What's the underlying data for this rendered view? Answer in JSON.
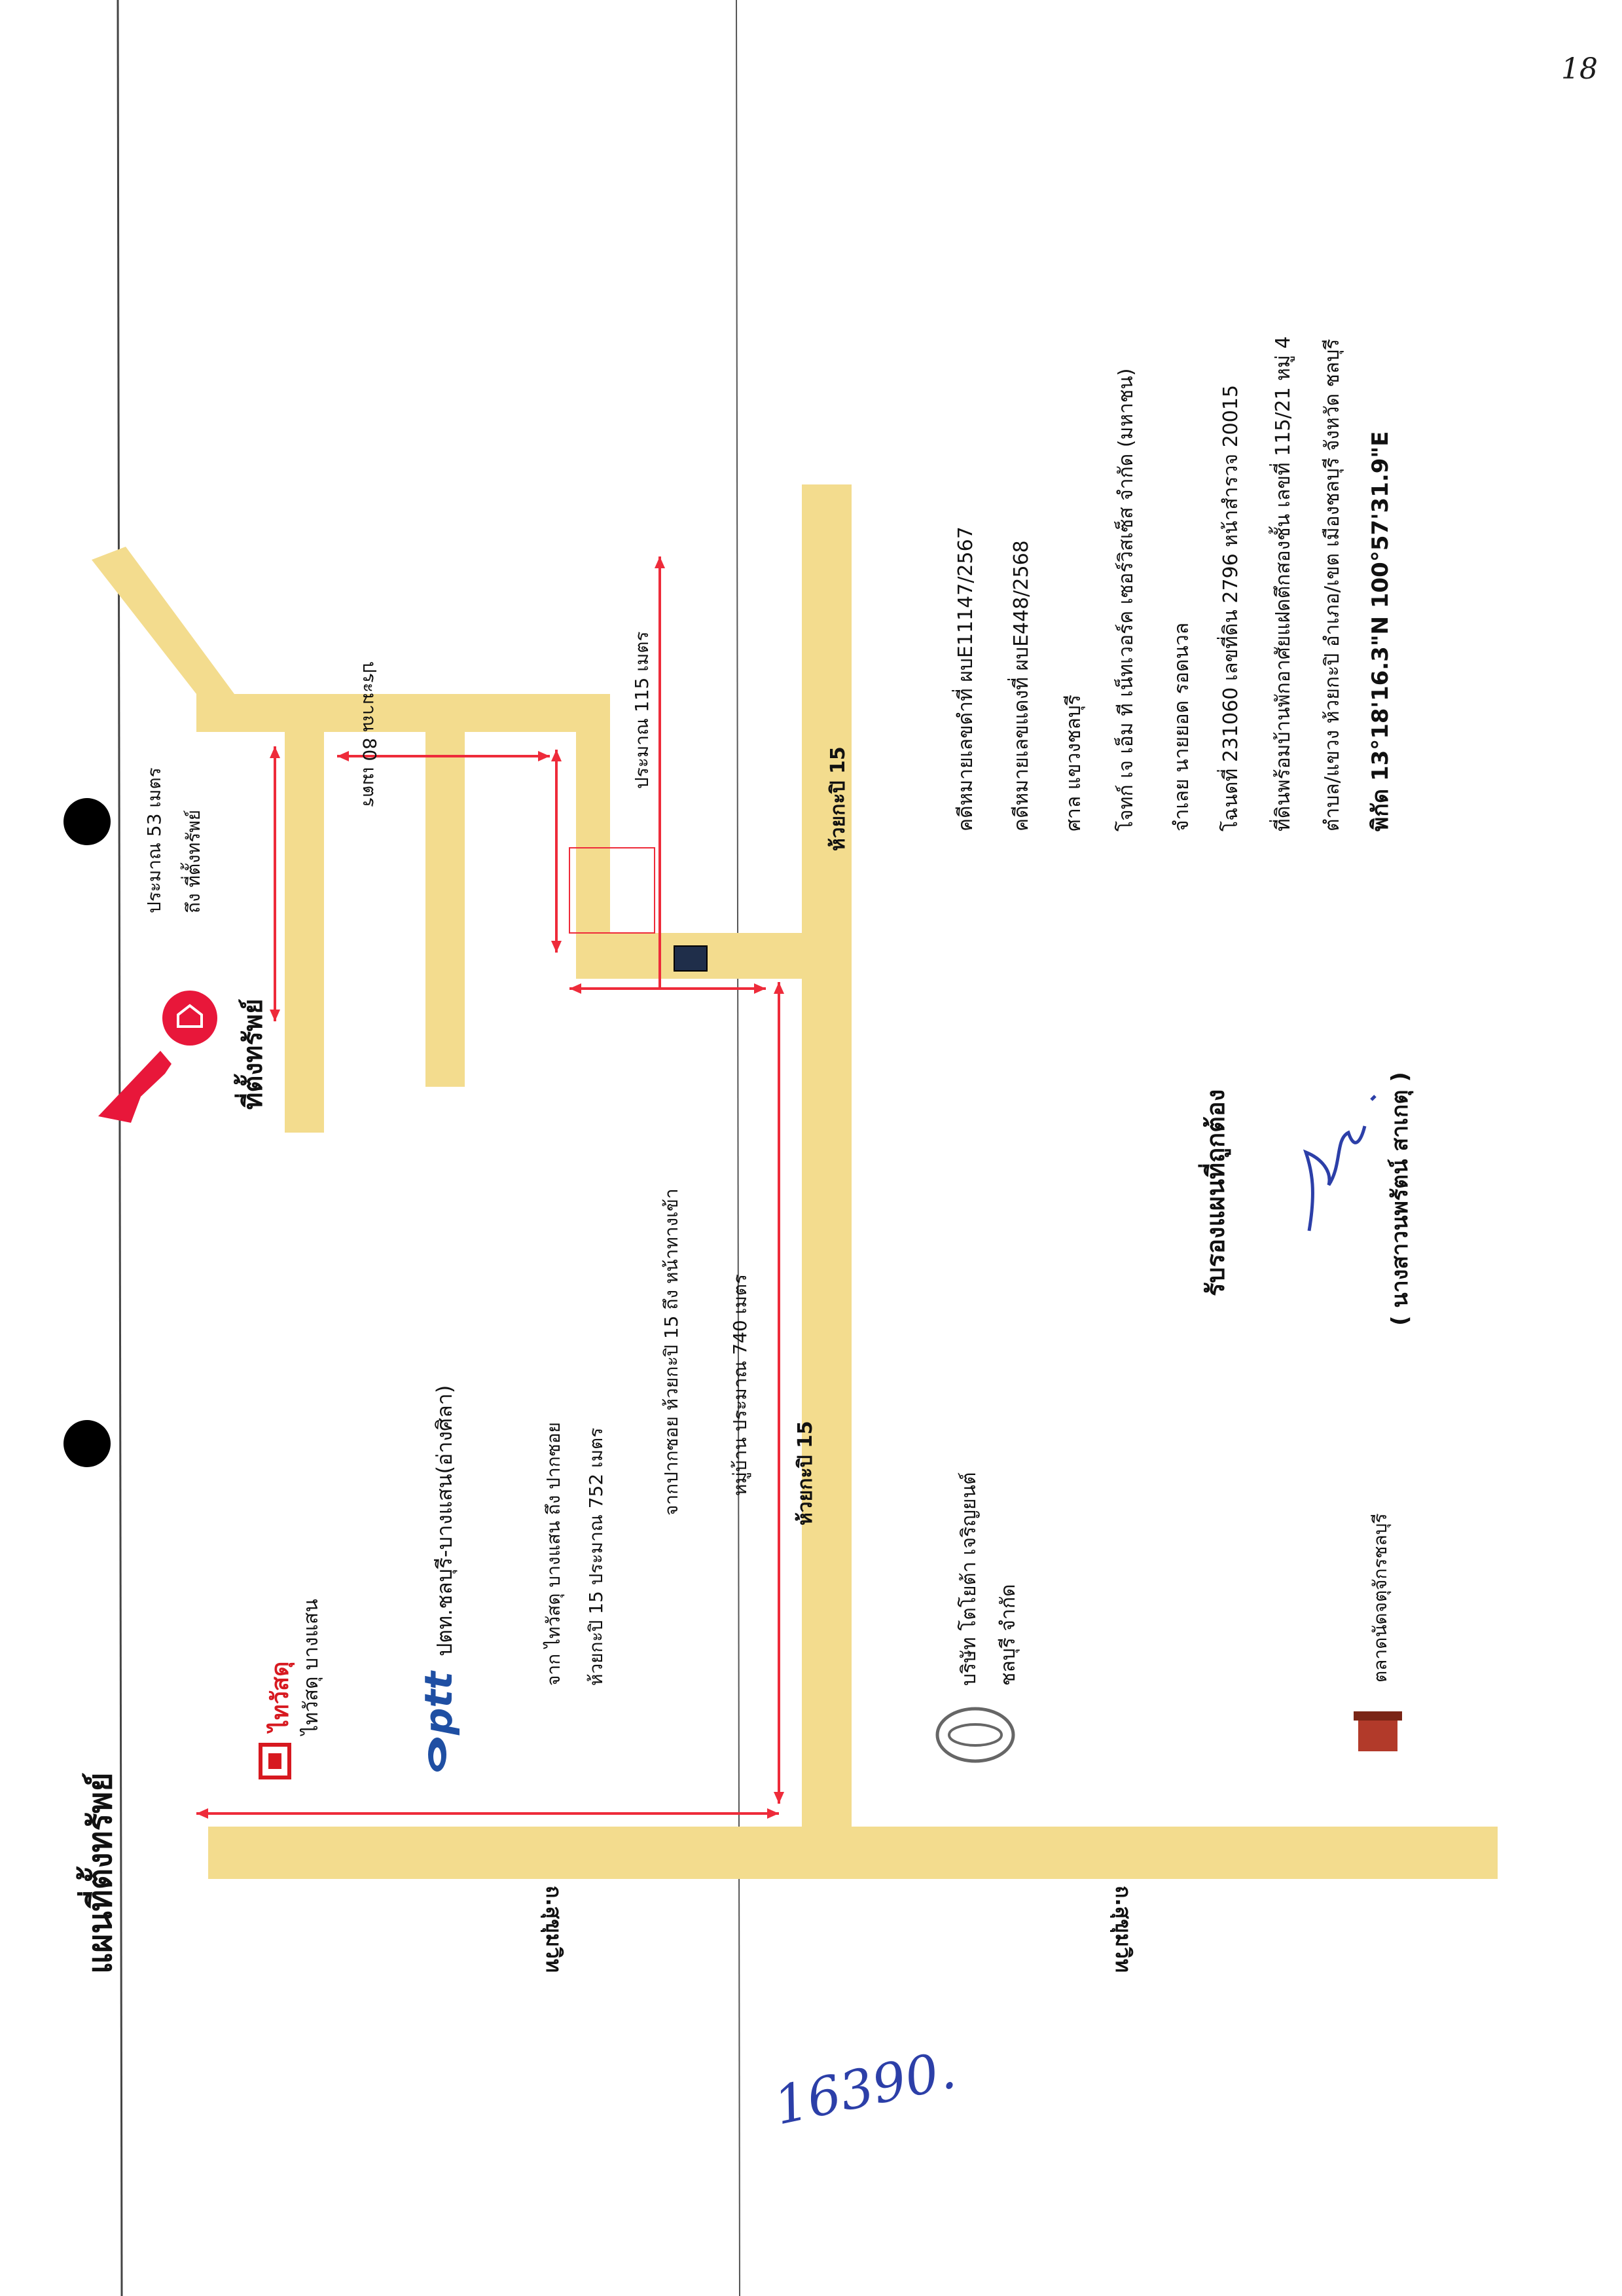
{
  "document": {
    "title": "แผนที่ตั้งทรัพย์",
    "page_number": "18",
    "handwritten_number": "16390."
  },
  "map": {
    "roads": {
      "sukhumvit_left": "ถ.สุขุมวิท",
      "sukhumvit_right": "ถ.สุขุมวิท",
      "soi_15_lower": "ห้วยกะปิ 15",
      "soi_15_upper": "ห้วยกะปิ 15"
    },
    "landmarks": {
      "thaiwatsadu_brand": "ไทวัสดุ",
      "thaiwatsadu_branch": "ไทวัสดุ บางแสน",
      "ptt_brand": "ptt",
      "ptt_station": "ปตท.ชลบุรี-บางแสน(อ่างศิลา)",
      "toyota_line1": "บริษัท โตโยต้า เจริญยนต์",
      "toyota_line2": "ชลบุรี จำกัด",
      "market": "ตลาดนัดจตุจักรชลบุรี",
      "property": "ที่ตั้งทรัพย์"
    },
    "distances": {
      "from_thaiwatsadu_line1": "จาก ไทวัสดุ บางแสน ถึง ปากซอย",
      "from_thaiwatsadu_line2": "ห้วยกะปิ 15  ประมาณ 752  เมตร",
      "soi_entrance_line1": "จากปากซอย  ห้วยกะปิ 15 ถึง หน้าทางเข้า",
      "soi_entrance_line2": "หมู่บ้าน ประมาณ 740 เมตร",
      "approx_115": "ประมาณ 115 เมตร",
      "approx_80": "ประมาณ 80 เมตร",
      "approx_53_line1": "ประมาณ 53 เมตร",
      "approx_53_line2": "ถึง ที่ตั้งทรัพย์"
    }
  },
  "case_info": {
    "black_case": "คดีหมายเลขดำที่ ผบE11147/2567",
    "red_case": "คดีหมายเลขแดงที่ ผบE448/2568",
    "court": "ศาล แขวงชลบุรี",
    "plaintiff": "โจทก์  เจ เอ็ม ที เน็ทเวอร์ค เซอร์วิสเซ็ส จำกัด (มหาชน)",
    "defendant": "จำเลย    นายยอด  รอดนวล",
    "deed": "โฉนดที่  231060  เลขที่ดิน  2796  หน้าสำรวจ  20015",
    "land_location": "ที่ดินพร้อมบ้านพักอาศัยแฝดตึกสองชั้น เลขที่ 115/21 หมู่ 4",
    "district": "ตำบล/แขวง ห้วยกะปิ  อำเภอ/เขต เมืองชลบุรี  จังหวัด ชลบุรี",
    "coordinates": "พิกัด 13°18'16.3\"N 100°57'31.9\"E"
  },
  "certification": {
    "title": "รับรองแผนที่ถูกต้อง",
    "name": "( นางสาวนพรัตน์ สาเกตุ )"
  },
  "colors": {
    "road": "#f3dc8e",
    "arrow": "#ee2b3a",
    "pointer": "#e8173a",
    "signature": "#2c3fa8"
  }
}
